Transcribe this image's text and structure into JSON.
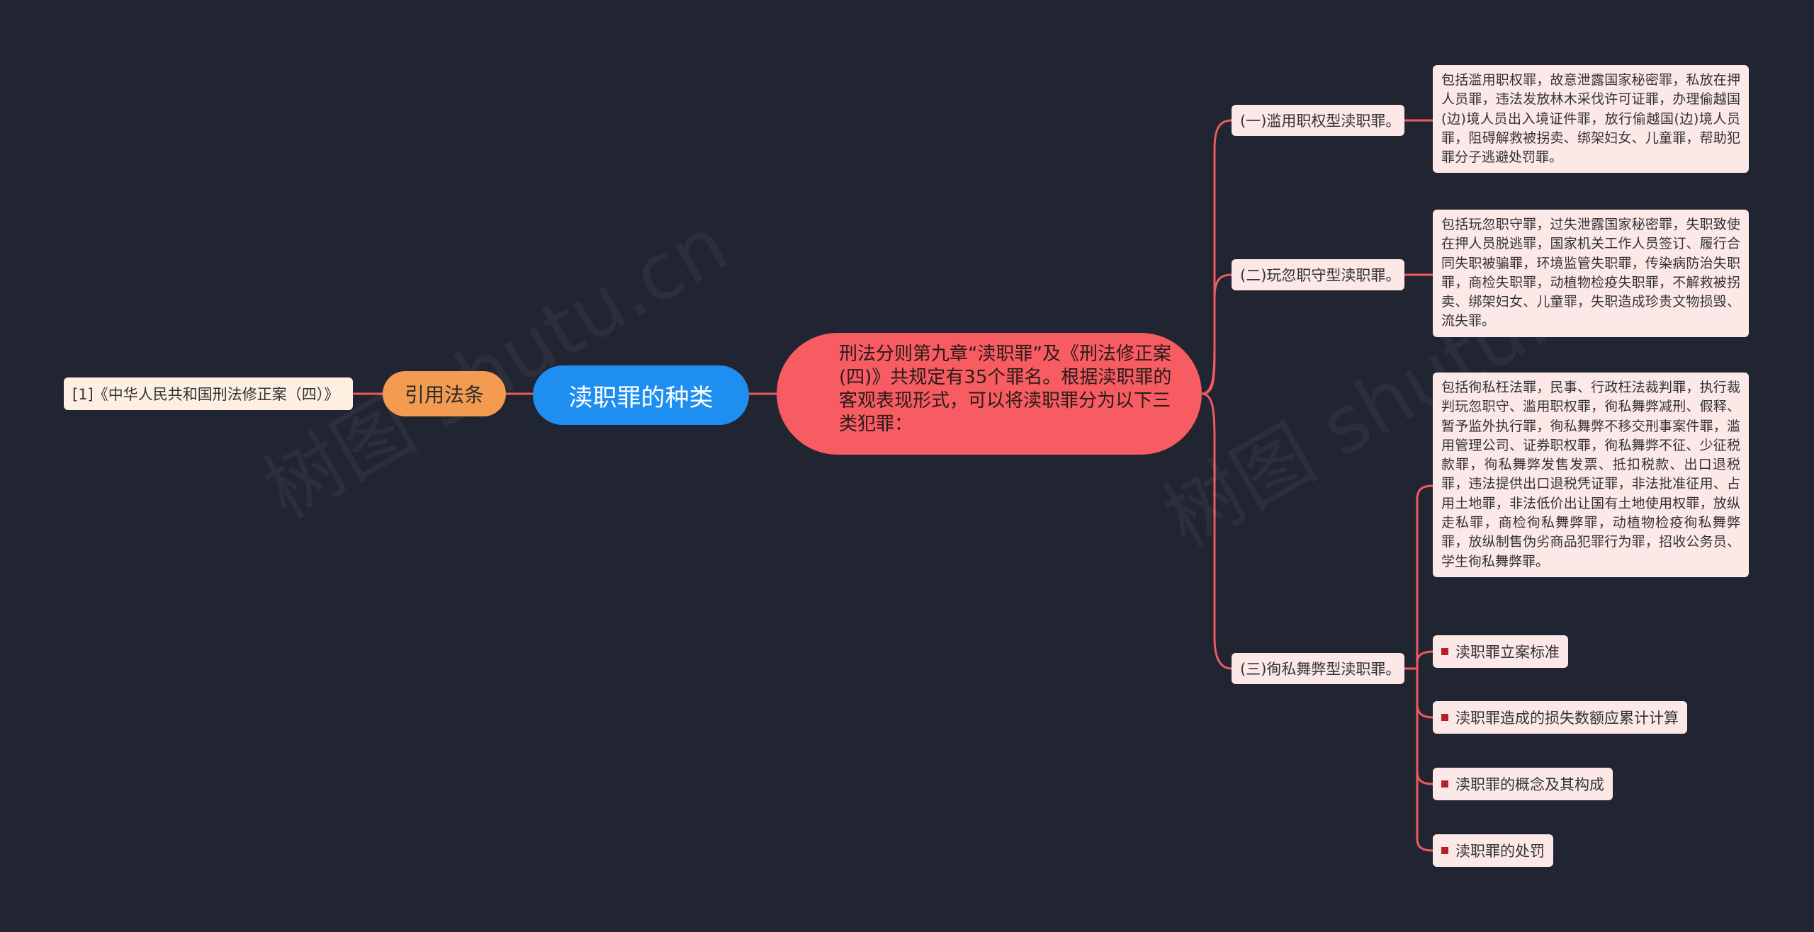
{
  "root": {
    "label": "渎职罪的种类"
  },
  "citation": {
    "label": "引用法条",
    "source": "[1]《中华人民共和国刑法修正案（四）》"
  },
  "center": {
    "text": "刑法分则第九章“渎职罪”及《刑法修正案(四)》共规定有35个罪名。根据渎职罪的客观表现形式，可以将渎职罪分为以下三类犯罪："
  },
  "branches": [
    {
      "label": "(一)滥用职权型渎职罪。",
      "detail": "包括滥用职权罪，故意泄露国家秘密罪，私放在押人员罪，违法发放林木采伐许可证罪，办理偷越国(边)境人员出入境证件罪，放行偷越国(边)境人员罪，阻碍解救被拐卖、绑架妇女、儿童罪，帮助犯罪分子逃避处罚罪。"
    },
    {
      "label": "(二)玩忽职守型渎职罪。",
      "detail": "包括玩忽职守罪，过失泄露国家秘密罪，失职致使在押人员脱逃罪，国家机关工作人员签订、履行合同失职被骗罪，环境监管失职罪，传染病防治失职罪，商检失职罪，动植物检疫失职罪，不解救被拐卖、绑架妇女、儿童罪，失职造成珍贵文物损毁、流失罪。"
    },
    {
      "label": "(三)徇私舞弊型渎职罪。",
      "detail": "包括徇私枉法罪，民事、行政枉法裁判罪，执行裁判玩忽职守、滥用职权罪，徇私舞弊减刑、假释、暂予监外执行罪，徇私舞弊不移交刑事案件罪，滥用管理公司、证券职权罪，徇私舞弊不征、少征税款罪，徇私舞弊发售发票、抵扣税款、出口退税罪，违法提供出口退税凭证罪，非法批准征用、占用土地罪，非法低价出让国有土地使用权罪，放纵走私罪，商检徇私舞弊罪，动植物检疫徇私舞弊罪，放纵制售伪劣商品犯罪行为罪，招收公务员、学生徇私舞弊罪。"
    }
  ],
  "links": [
    "渎职罪立案标准",
    "渎职罪造成的损失数额应累计计算",
    "渎职罪的概念及其构成",
    "渎职罪的处罚"
  ],
  "colors": {
    "background": "#212431",
    "connector": "#f05a5e",
    "root": "#1f8ef1",
    "citation": "#f39b51",
    "center": "#f65c61",
    "leaf": "#fde8e8",
    "bullet": "#b3202a"
  }
}
